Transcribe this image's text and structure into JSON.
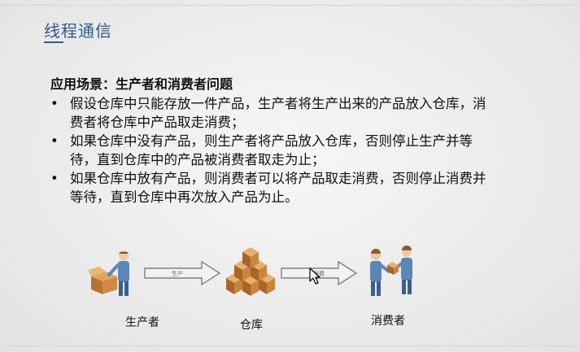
{
  "slide": {
    "title": "线程通信",
    "heading": "应用场景：生产者和消费者问题",
    "bullets": [
      "假设仓库中只能存放一件产品，生产者将生产出来的产品放入仓库，消费者将仓库中产品取走消费；",
      "如果仓库中没有产品，则生产者将产品放入仓库，否则停止生产并等待，直到仓库中的产品被消费者取走为止；",
      "如果仓库中放有产品，则消费者可以将产品取走消费，否则停止消费并等待，直到仓库中再次放入产品为止。"
    ]
  },
  "diagram": {
    "producer_label": "生产者",
    "warehouse_label": "仓库",
    "consumer_label": "消费者",
    "arrow1_text": "生产",
    "arrow2_text": "消费",
    "box_color": "#c9853c",
    "person_color": "#5b86b8"
  }
}
